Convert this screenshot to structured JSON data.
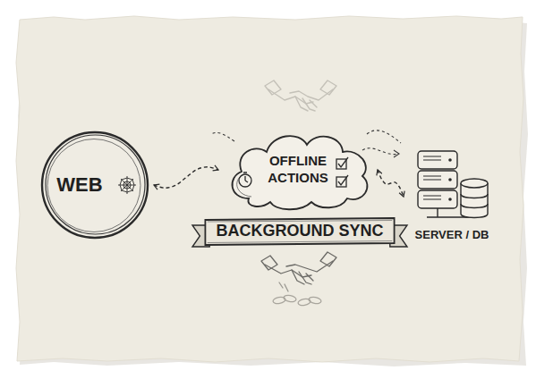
{
  "diagram": {
    "nodes": [
      {
        "text": [
          "WEB"
        ]
      },
      {
        "text": [
          "OFFLINE ACTIONS"
        ]
      },
      {
        "text": [
          "SERVER / DB"
        ]
      },
      {
        "text": [
          "BACKGROUND SYNC"
        ]
      }
    ],
    "edges": [
      {
        "from": 0,
        "to": 1,
        "arrow": "both"
      },
      {
        "from": 1,
        "to": 2,
        "arrow": "both"
      }
    ]
  }
}
